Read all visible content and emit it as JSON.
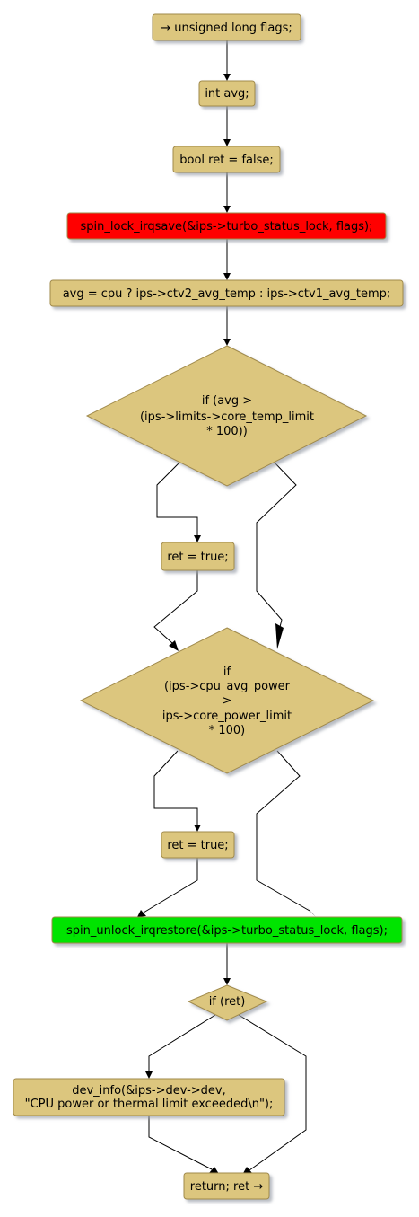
{
  "colors": {
    "node_fill": "#dcc67e",
    "node_stroke": "#a08a4c",
    "shadow": "#c0c4cc",
    "lock_fill": "#ff0000",
    "unlock_fill": "#00e400",
    "edge": "#000000"
  },
  "nodes": {
    "start": {
      "label": "→ unsigned long flags;"
    },
    "declare_avg": {
      "label": "int avg;"
    },
    "declare_ret": {
      "label": "bool ret = false;"
    },
    "lock": {
      "label": "spin_lock_irqsave(&ips->turbo_status_lock, flags);"
    },
    "assign_avg": {
      "label": "avg = cpu ? ips->ctv2_avg_temp : ips->ctv1_avg_temp;"
    },
    "cond_temp": {
      "lines": [
        "if (avg >",
        "(ips->limits->core_temp_limit",
        "* 100))"
      ]
    },
    "set_ret_1": {
      "label": "ret = true;"
    },
    "cond_power": {
      "lines": [
        "if",
        "(ips->cpu_avg_power",
        ">",
        "ips->core_power_limit",
        "* 100)"
      ]
    },
    "set_ret_2": {
      "label": "ret = true;"
    },
    "unlock": {
      "label": "spin_unlock_irqrestore(&ips->turbo_status_lock, flags);"
    },
    "cond_ret": {
      "label": "if (ret)"
    },
    "dev_info": {
      "lines": [
        "dev_info(&ips->dev->dev,",
        "\"CPU power or thermal limit exceeded\\n\");"
      ]
    },
    "return": {
      "label": "return; ret →"
    }
  }
}
